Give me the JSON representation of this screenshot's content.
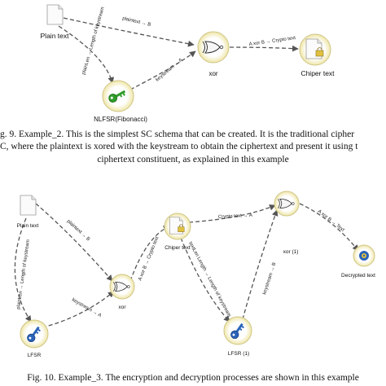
{
  "fig9": {
    "nodes": {
      "plain_text": "Plain text",
      "nlfsr": "NLFSR(Fibonacci)",
      "xor": "xor",
      "chiper_text": "Chiper text"
    },
    "edges": {
      "plaintext_b": "plaintext → B",
      "plaintext_length": "plainLen → Length of keystream",
      "keystream_a": "keystream → A",
      "xor_crypto": "A xor B → Crypto text"
    },
    "caption": [
      "g. 9. Example_2. This is the simplest SC schema that can be created. It is the traditional cipher",
      "C, where the plaintext is xored with the keystream to obtain the ciphertext and present it using t",
      "ciphertext constituent, as explained in this example"
    ]
  },
  "fig10": {
    "nodes": {
      "plain_text": "Plain text",
      "lfsr": "LFSR",
      "xor": "xor",
      "chiper_text": "Chiper text",
      "lfsr1": "LFSR (1)",
      "xor1": "xor (1)",
      "decrypted_text": "Decrypted text"
    },
    "edges": {
      "plaintext_b": "plaintext → B",
      "plaintext_length": "plainLen → Length of keystream",
      "keystream_a": "keystream → A",
      "xor_crypto": "A xor B → Crypto text",
      "crypto_a": "Crypto text → A",
      "textlen_length": "textLen Length → Length of keystream",
      "keystream_b": "keystream → B",
      "xor1_out": "A xor B → Text"
    },
    "caption": "Fig. 10. Example_3. The encryption and decryption processes are shown in this example"
  },
  "colors": {
    "background": "#ffffff",
    "ring": "#f1eab2",
    "ring_stroke": "#cfc585",
    "key_green": "#2f9b2a",
    "key_blue": "#2a63b8",
    "edge": "#555555"
  }
}
